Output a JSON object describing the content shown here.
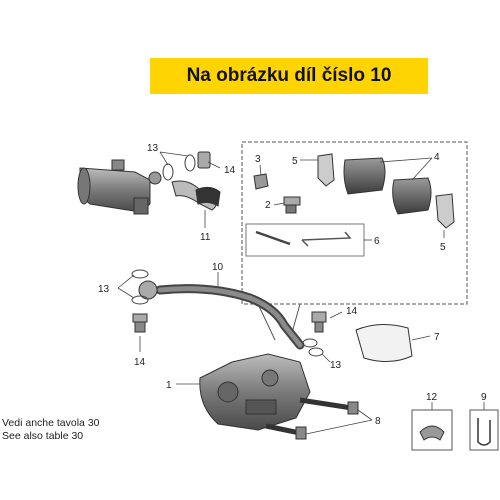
{
  "banner": {
    "text": "Na obrázku díl číslo 10"
  },
  "notes": {
    "line1": "Vedi anche tavola 30",
    "line2": "See also table 30"
  },
  "callouts": {
    "c1": "1",
    "c2": "2",
    "c3": "3",
    "c4": "4",
    "c5a": "5",
    "c5b": "5",
    "c6": "6",
    "c7": "7",
    "c8": "8",
    "c9": "9",
    "c10": "10",
    "c11": "11",
    "c12": "12",
    "c13a": "13",
    "c13b": "13",
    "c13c": "13",
    "c14a": "14",
    "c14b": "14",
    "c14c": "14"
  },
  "colors": {
    "banner": "#ffd400",
    "part_dark": "#555555",
    "part_mid": "#8a8a8a",
    "part_light": "#d0d0d0"
  }
}
